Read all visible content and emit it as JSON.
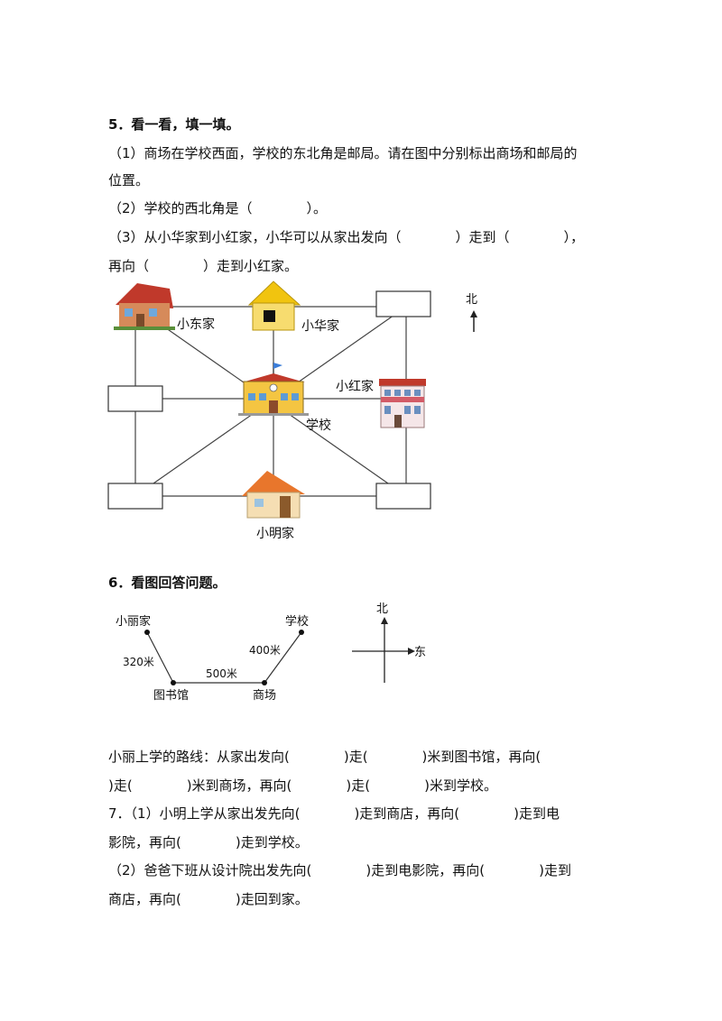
{
  "q5": {
    "title": "5．看一看，填一填。",
    "l1": "（1）商场在学校西面，学校的东北角是邮局。请在图中分别标出商场和邮局的",
    "l2": "位置。",
    "l3": "（2）学校的西北角是（　　　　）。",
    "l4": "（3）从小华家到小红家，小华可以从家出发向（　　　　）走到（　　　　），",
    "l5": "再向（　　　　）走到小红家。",
    "labels": {
      "dong": "小东家",
      "hua": "小华家",
      "hong": "小红家",
      "school": "学校",
      "ming": "小明家",
      "north": "北"
    }
  },
  "q6": {
    "title": "6．看图回答问题。",
    "labels": {
      "li": "小丽家",
      "school": "学校",
      "library": "图书馆",
      "mall": "商场",
      "d1": "320米",
      "d2": "500米",
      "d3": "400米",
      "north": "北",
      "east": "东"
    },
    "l1": "小丽上学的路线：从家出发向(　　　　)走(　　　　)米到图书馆，再向(",
    "l2": ")走(　　　　)米到商场，再向(　　　　)走(　　　　)米到学校。"
  },
  "q7": {
    "l1": "7．（1）小明上学从家出发先向(　　　　)走到商店，再向(　　　　)走到电",
    "l2": "影院，再向(　　　　)走到学校。",
    "l3": "（2）爸爸下班从设计院出发先向(　　　　)走到电影院，再向(　　　　)走到",
    "l4": "商店，再向(　　　　)走回到家。"
  }
}
